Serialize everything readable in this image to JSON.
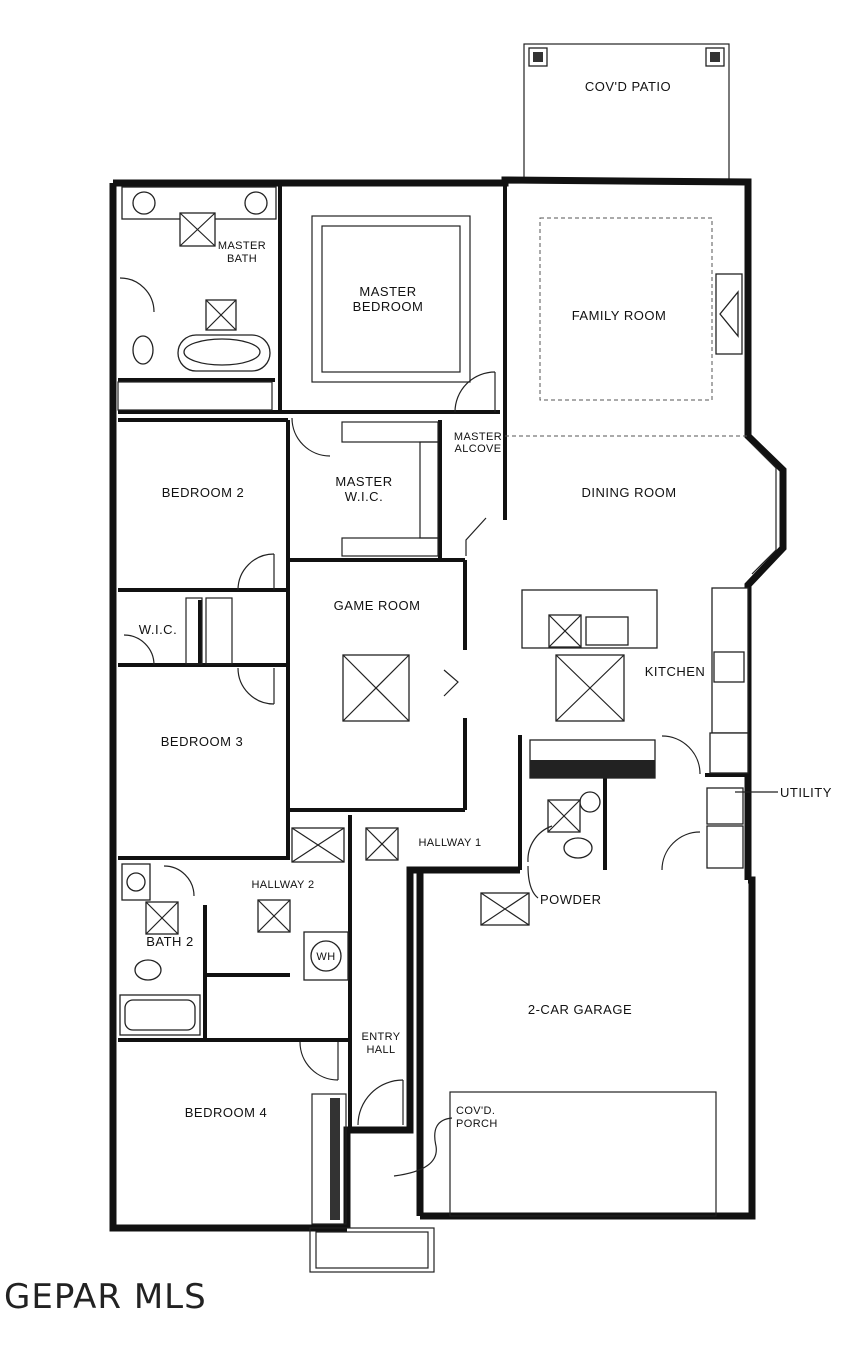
{
  "rooms": {
    "covd_patio": "COV'D PATIO",
    "master_bath_l1": "MASTER",
    "master_bath_l2": "BATH",
    "master_bedroom_l1": "MASTER",
    "master_bedroom_l2": "BEDROOM",
    "family_room": "FAMILY ROOM",
    "master_alcove_l1": "MASTER",
    "master_alcove_l2": "ALCOVE",
    "bedroom_2": "BEDROOM 2",
    "master_wic_l1": "MASTER",
    "master_wic_l2": "W.I.C.",
    "dining_room": "DINING ROOM",
    "wic": "W.I.C.",
    "game_room": "GAME ROOM",
    "kitchen": "KITCHEN",
    "bedroom_3": "BEDROOM 3",
    "utility": "UTILITY",
    "hallway_1": "HALLWAY 1",
    "hallway_2": "HALLWAY 2",
    "powder": "POWDER",
    "bath_2": "BATH 2",
    "wh": "WH",
    "garage": "2-CAR GARAGE",
    "entry_hall_l1": "ENTRY",
    "entry_hall_l2": "HALL",
    "covd_porch_l1": "COV'D.",
    "covd_porch_l2": "PORCH",
    "bedroom_4": "BEDROOM 4"
  },
  "watermark": "GEPAR MLS"
}
